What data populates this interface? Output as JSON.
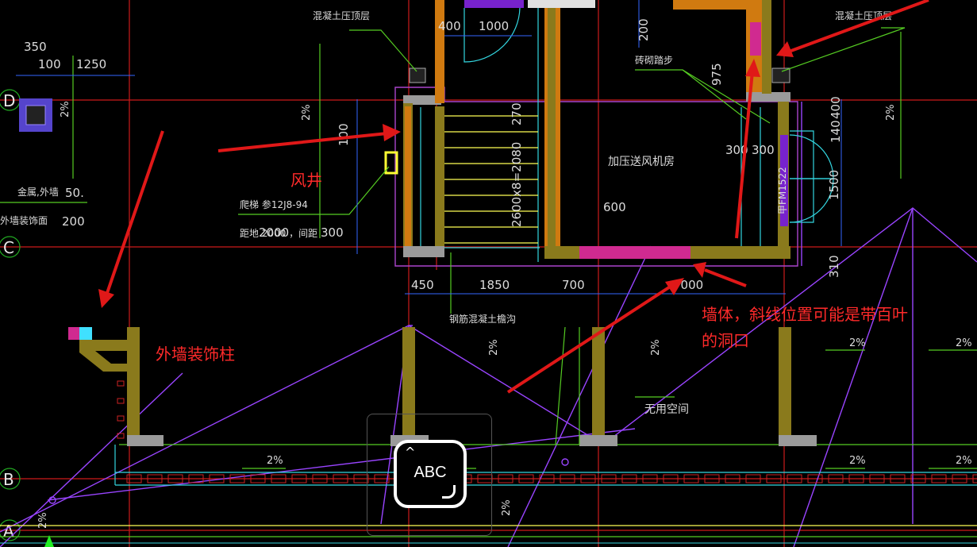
{
  "dims": [
    "350",
    "100",
    "1250",
    "400",
    "1000",
    "200",
    "270",
    "975",
    "400",
    "140",
    "1500",
    "2600x8=2080",
    "600",
    "300",
    "300",
    "450",
    "1850",
    "700",
    "7000",
    "310",
    "100",
    "50.",
    "200",
    "2000",
    "300"
  ],
  "grid_labels": [
    "D",
    "C",
    "B",
    "A"
  ],
  "slopes": [
    "2%",
    "2%",
    "2%",
    "2%",
    "2%",
    "2%",
    "2%",
    "2%",
    "2%",
    "2%",
    "2%",
    "2%"
  ],
  "cad_notes": {
    "note_top_left": "混凝土压顶层",
    "note_top_right": "混凝土压顶层",
    "note_steps": "砖砌踏步",
    "room_fan": "加压送风机房",
    "door_tag": "甲FM1522",
    "ladder": "爬梯 参12J8-94",
    "ladder_pitch": "距地 2000 ，间距",
    "left_label_1": "金属,外墙",
    "left_label_2": "外墙装饰面",
    "unused": "无用空间",
    "gutter": "钢筋混凝土檐沟"
  },
  "annotations": {
    "shaft": "风井",
    "wall": "墙体，斜线位置可能是带百叶",
    "wall_2": "的洞口",
    "column": "外墙装饰柱"
  },
  "ocr_button": {
    "label": "ABC"
  },
  "colors": {
    "red": "#e01818",
    "yellow": "#ffff55",
    "green": "#55cc22",
    "cyan": "#33d6e0",
    "purple": "#9944ff",
    "orange": "#d07a10",
    "wall": "#8a7a1c",
    "grey": "#9a9a9a",
    "magenta": "#d02a90",
    "text": "#dcdcdc"
  }
}
